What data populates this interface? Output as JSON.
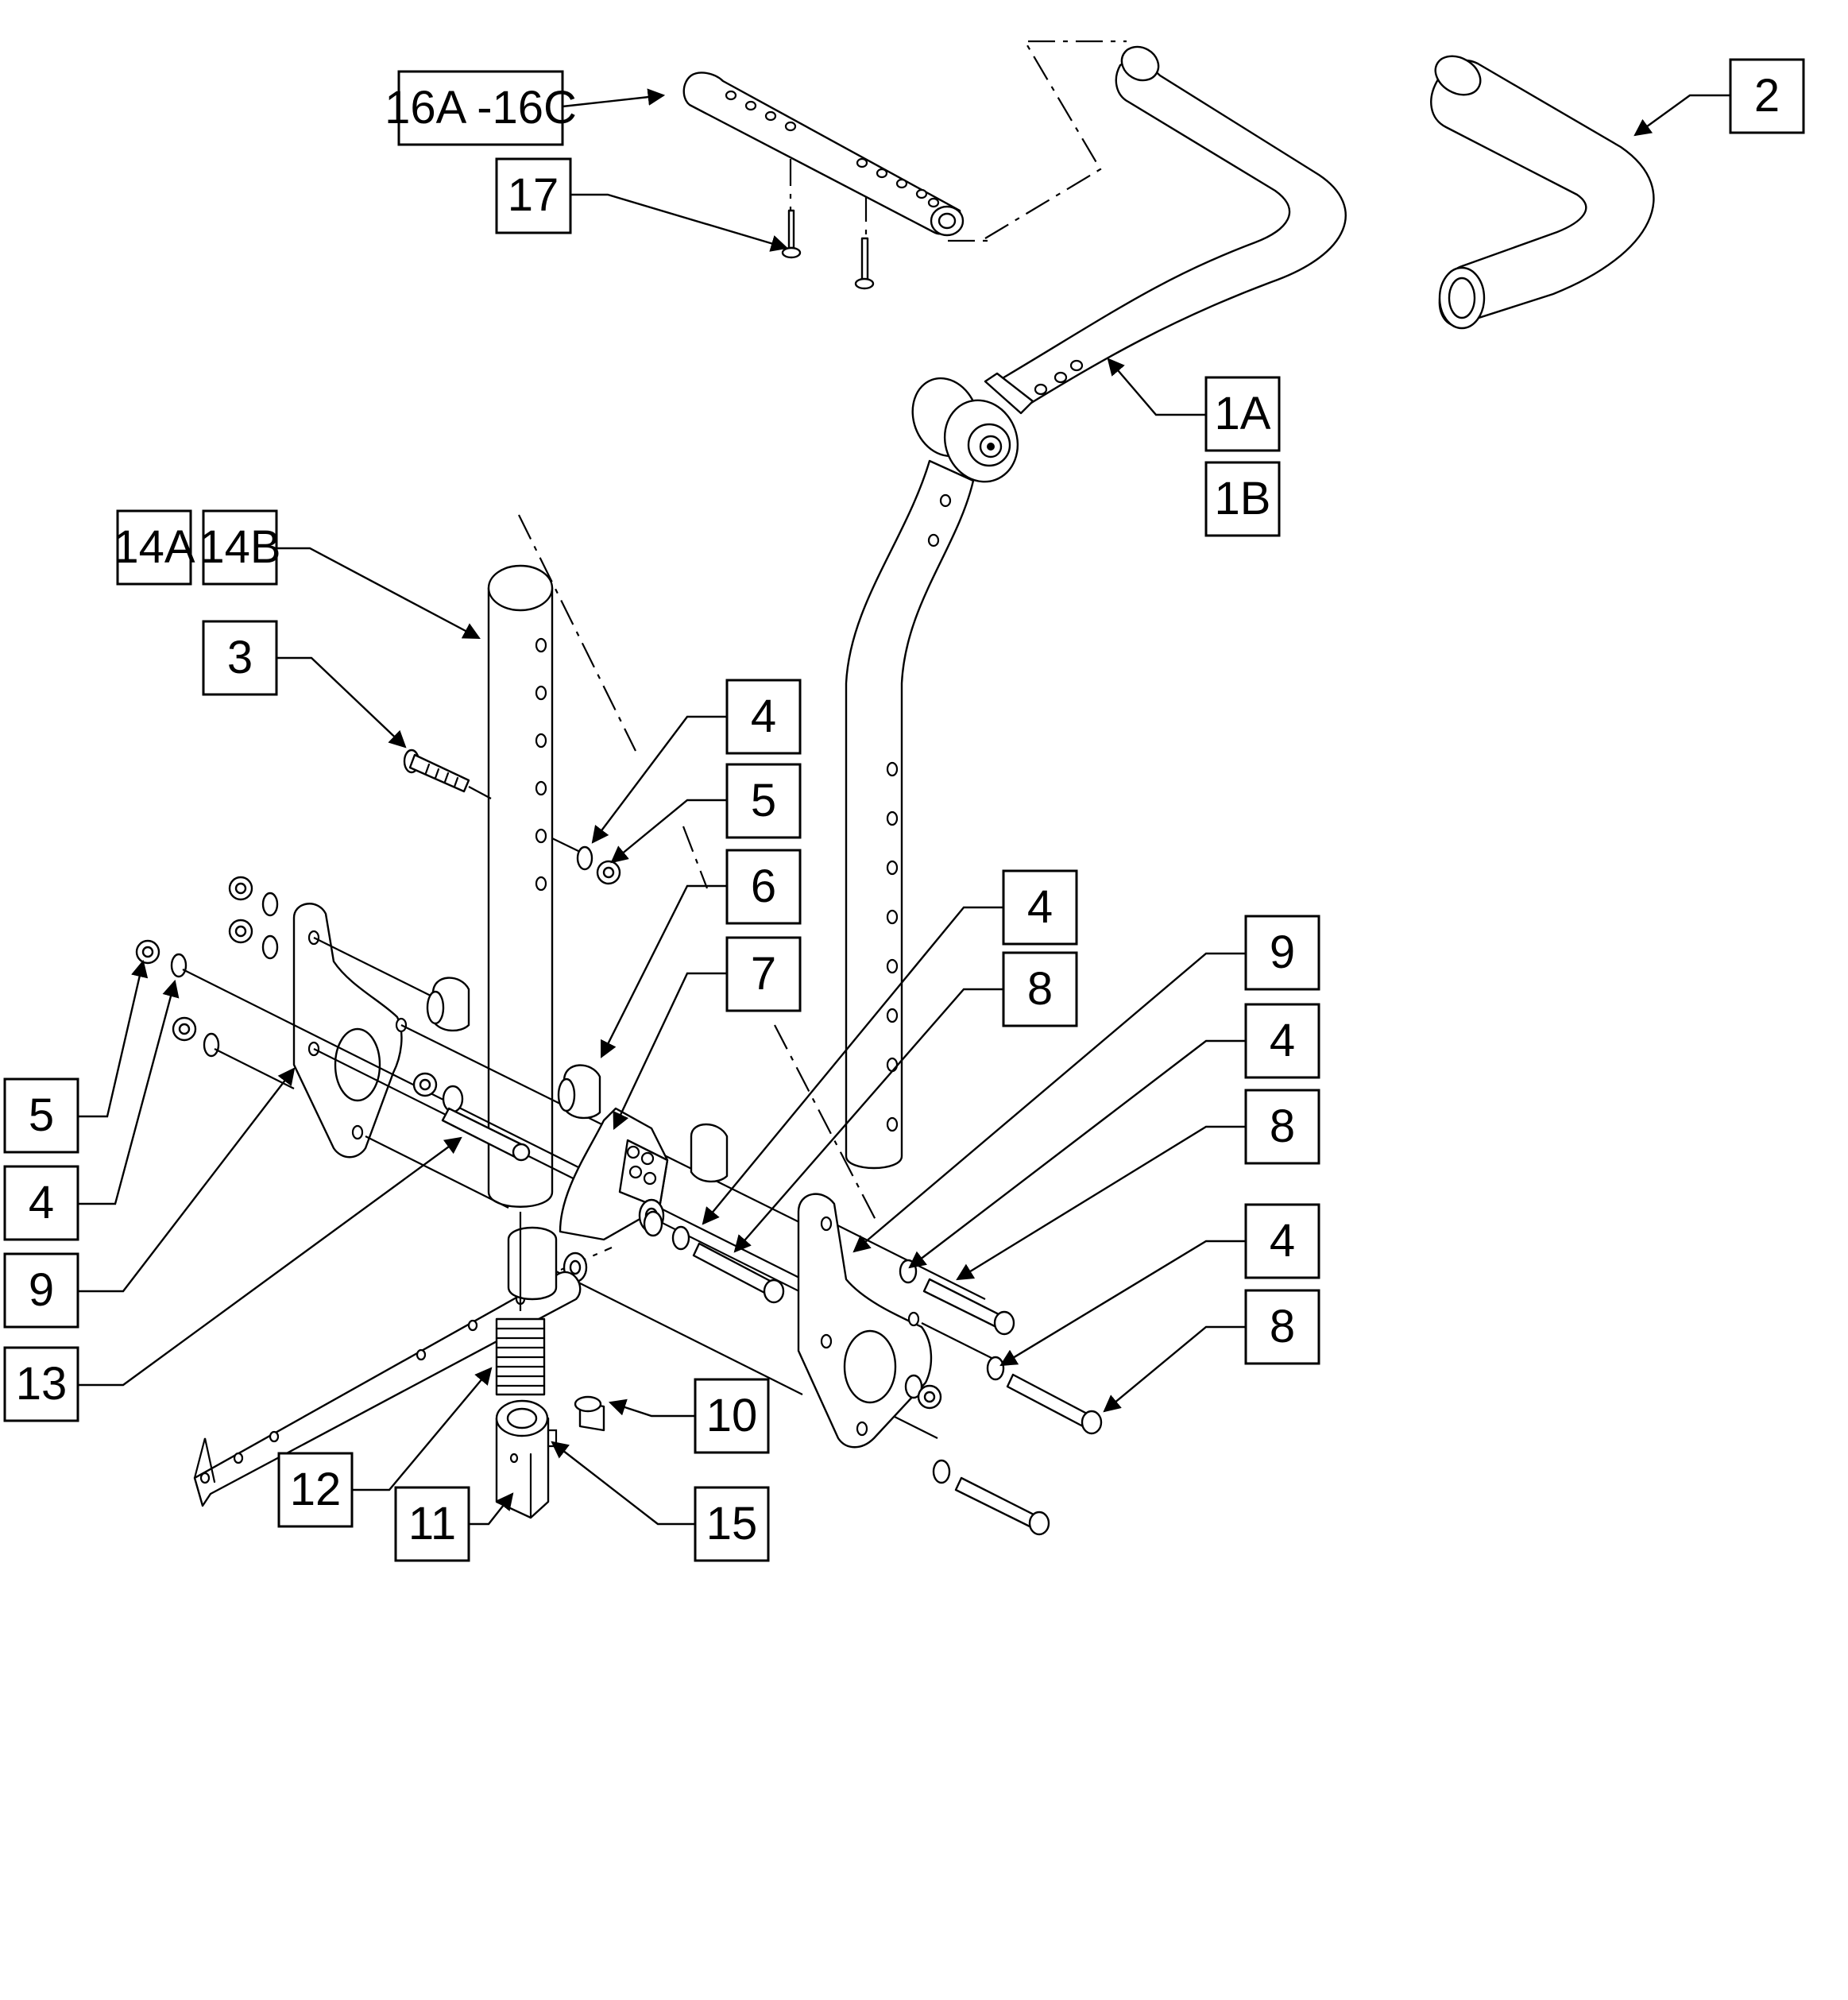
{
  "callouts": [
    {
      "id": "16A-16C",
      "text": "16A -16C"
    },
    {
      "id": "17",
      "text": "17"
    },
    {
      "id": "2",
      "text": "2"
    },
    {
      "id": "1A",
      "text": "1A"
    },
    {
      "id": "1B",
      "text": "1B"
    },
    {
      "id": "14A",
      "text": "14A"
    },
    {
      "id": "14B",
      "text": "14B"
    },
    {
      "id": "3",
      "text": "3"
    },
    {
      "id": "4a",
      "text": "4"
    },
    {
      "id": "5a",
      "text": "5"
    },
    {
      "id": "6",
      "text": "6"
    },
    {
      "id": "7",
      "text": "7"
    },
    {
      "id": "4b",
      "text": "4"
    },
    {
      "id": "8a",
      "text": "8"
    },
    {
      "id": "9a",
      "text": "9"
    },
    {
      "id": "4c",
      "text": "4"
    },
    {
      "id": "8b",
      "text": "8"
    },
    {
      "id": "4d",
      "text": "4"
    },
    {
      "id": "8c",
      "text": "8"
    },
    {
      "id": "5b",
      "text": "5"
    },
    {
      "id": "4e",
      "text": "4"
    },
    {
      "id": "9b",
      "text": "9"
    },
    {
      "id": "13",
      "text": "13"
    },
    {
      "id": "10",
      "text": "10"
    },
    {
      "id": "12",
      "text": "12"
    },
    {
      "id": "11",
      "text": "11"
    },
    {
      "id": "15",
      "text": "15"
    }
  ]
}
